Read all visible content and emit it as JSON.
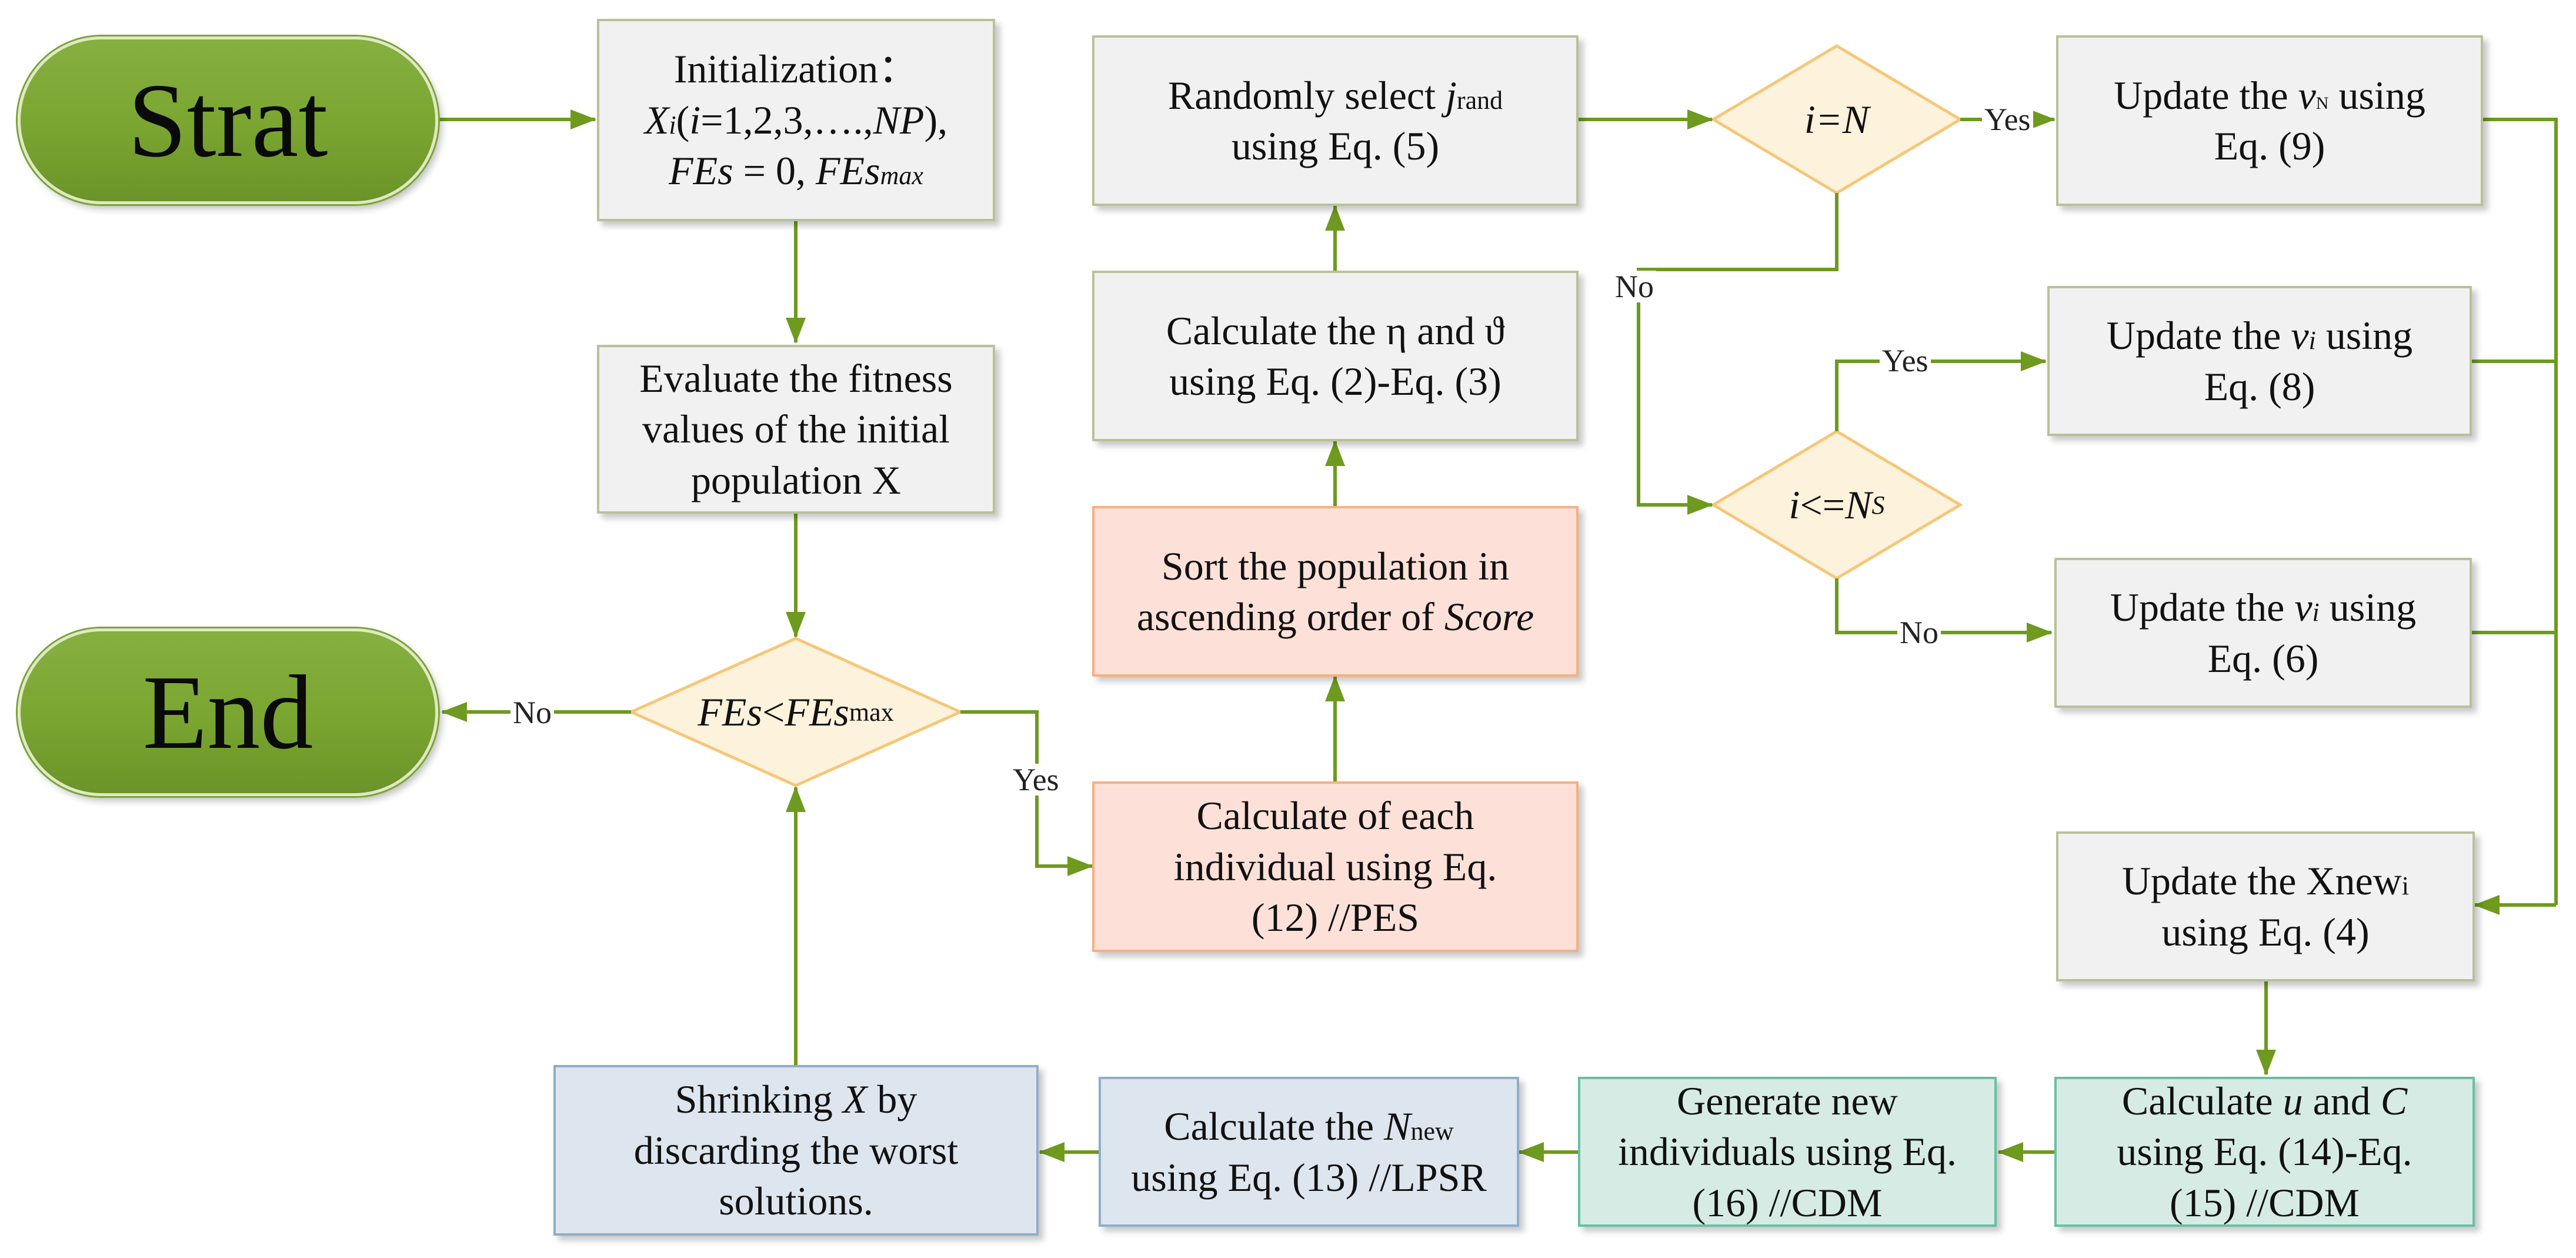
{
  "nodes": {
    "start": "Strat",
    "end": "End",
    "init": {
      "l1": "Initialization：",
      "X": "X",
      "i_sub": "i",
      "i": "i",
      "l2_rest": "=1,2,3,….,",
      "NP": "NP",
      "close": "),",
      "FEs": "FEs",
      "eq0": " = 0, ",
      "FEs2": "FEs",
      "max": "max"
    },
    "evaluate": [
      "Evaluate the fitness",
      "values of the initial",
      "population X"
    ],
    "loop_check": {
      "FEs": "FEs",
      "lt": " < ",
      "FEs2": "FEs",
      "max": "max"
    },
    "shrink": {
      "a": "Shrinking ",
      "X": "X",
      "b": " by",
      "l2": "discarding the worst",
      "l3": "solutions."
    },
    "calc_nnew": {
      "a": "Calculate the ",
      "N": "N",
      "sub": "new",
      "l2": "using Eq. (13) //LPSR"
    },
    "generate": [
      "Generate  new",
      "individuals using Eq.",
      "(16) //CDM"
    ],
    "calc_uc": {
      "a": "Calculate ",
      "u": "u",
      "b": " and ",
      "C": "C",
      "l2": "using Eq. (14)-Eq.",
      "l3": "(15) //CDM"
    },
    "update_xnew": {
      "a": "Update the Xnew",
      "sub": "i",
      "l2": "using Eq. (4)"
    },
    "calc_pes": [
      "Calculate  of each",
      "individual using Eq.",
      "(12) //PES"
    ],
    "sort": {
      "l1": "Sort the population in",
      "a": "ascending order of ",
      "score": "Score"
    },
    "calc_eta": [
      "Calculate the η and ϑ",
      "using Eq. (2)-Eq. (3)"
    ],
    "select_j": {
      "a": "Randomly select ",
      "j": "j",
      "sub": "rand",
      "l2": "using Eq. (5)"
    },
    "check_iN": {
      "i": "i",
      "eq": "=N"
    },
    "check_iNs": {
      "i": "i",
      "le": "<=",
      "N": "N",
      "sub": "S"
    },
    "update_vN": {
      "a": "Update the ",
      "v": "v",
      "sub": "N",
      "b": " using",
      "l2": "Eq. (9)"
    },
    "update_vi8": {
      "a": "Update the ",
      "v": "v",
      "sub": "i",
      "b": " using",
      "l2": "Eq. (8)"
    },
    "update_vi6": {
      "a": "Update the ",
      "v": "v",
      "sub": "i",
      "b": " using",
      "l2": "Eq. (6)"
    }
  },
  "edge_labels": {
    "no_end": "No",
    "yes_loop": "Yes",
    "yes_iN": "Yes",
    "no_iN": "No",
    "yes_iNs": "Yes",
    "no_iNs": "No"
  },
  "colors": {
    "arrow": "#6e9a1f",
    "diamond_fill": "#fdf2dc",
    "diamond_stroke": "#f5c778"
  }
}
